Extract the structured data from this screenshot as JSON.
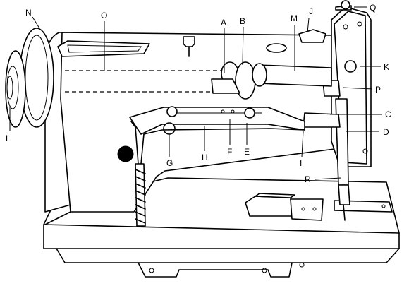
{
  "labels": {
    "A": "A",
    "B": "B",
    "C": "C",
    "D": "D",
    "E": "E",
    "F": "F",
    "G": "G",
    "H": "H",
    "I": "I",
    "J": "J",
    "K": "K",
    "L": "L",
    "M": "M",
    "N": "N",
    "O": "O",
    "P": "P",
    "Q": "Q",
    "R": "R"
  }
}
